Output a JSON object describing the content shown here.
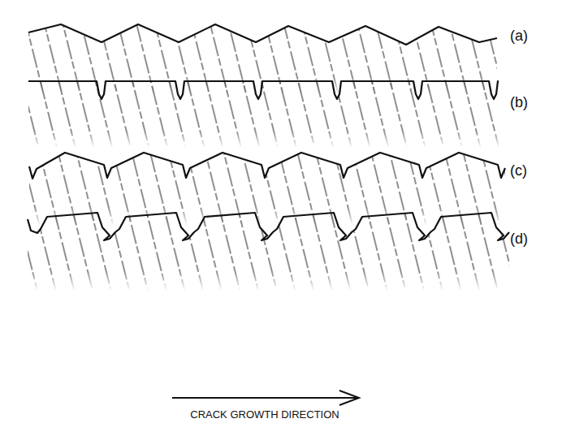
{
  "diagram": {
    "labels": [
      "(a)",
      "(b)",
      "(c)",
      "(d)",
      "CRACK GROWTH DIRECTION"
    ]
  }
}
